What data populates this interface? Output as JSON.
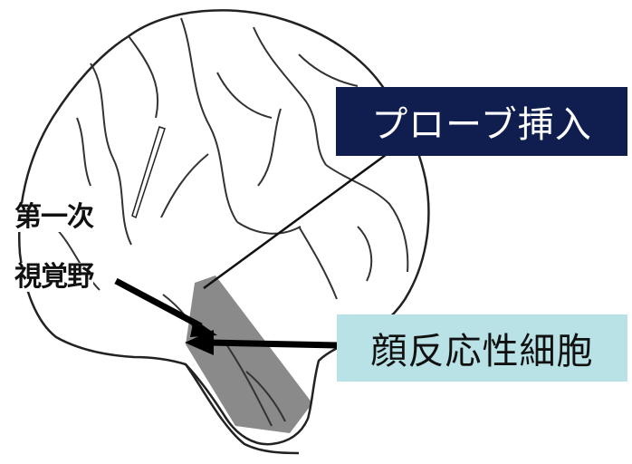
{
  "labels": {
    "probe_insertion": "プローブ挿入",
    "face_responsive_cells": "顔反応性細胞",
    "primary_visual_cortex_line1": "第一次",
    "primary_visual_cortex_line2": "視覚野"
  },
  "colors": {
    "probe_box_bg": "#0f1e4f",
    "probe_box_text": "#ffffff",
    "face_box_bg": "#b9e2e6",
    "face_box_text": "#111111",
    "highlight_region": "#8a8a8a",
    "outline": "#222222"
  }
}
